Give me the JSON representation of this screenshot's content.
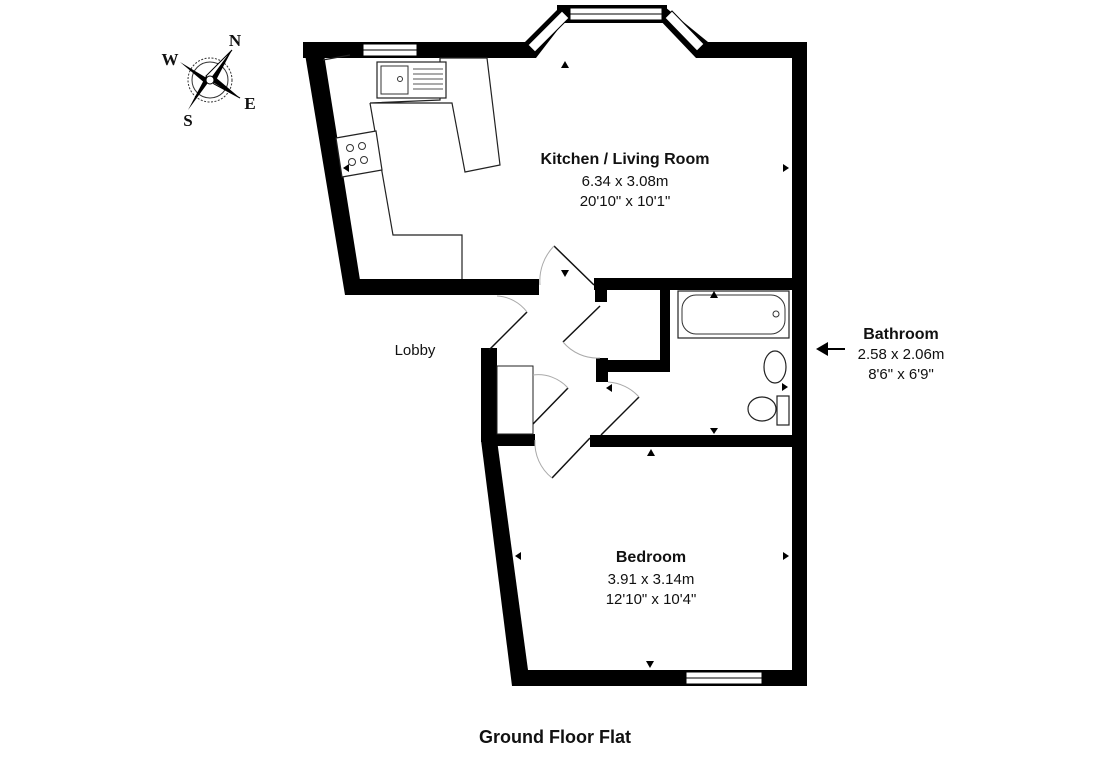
{
  "compass": {
    "north": "N",
    "south": "S",
    "east": "E",
    "west": "W"
  },
  "rooms": {
    "kitchen": {
      "name": "Kitchen / Living Room",
      "metric": "6.34 x 3.08m",
      "imperial": "20'10\" x 10'1\""
    },
    "bathroom": {
      "name": "Bathroom",
      "metric": "2.58 x 2.06m",
      "imperial": "8'6\" x 6'9\""
    },
    "bedroom": {
      "name": "Bedroom",
      "metric": "3.91 x 3.14m",
      "imperial": "12'10\" x 10'4\""
    },
    "lobby": {
      "name": "Lobby"
    }
  },
  "floor_title": "Ground Floor Flat",
  "colors": {
    "wall": "#000000",
    "background": "#ffffff"
  }
}
